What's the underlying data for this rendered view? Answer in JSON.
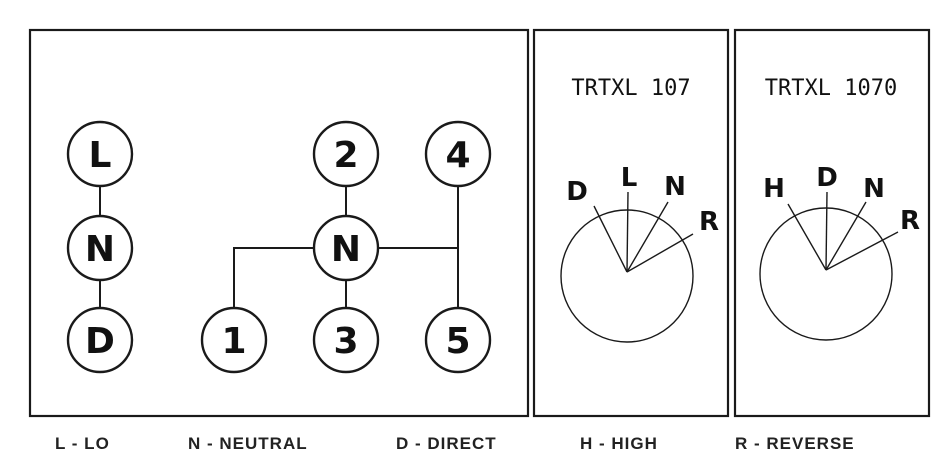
{
  "left_panel": {
    "column": [
      "L",
      "N",
      "D"
    ],
    "grid": {
      "top": [
        "2",
        "4"
      ],
      "center": "N",
      "bottom": [
        "1",
        "3",
        "5"
      ]
    }
  },
  "dials": [
    {
      "title": "TRTXL 107",
      "labels": [
        "D",
        "L",
        "N",
        "R"
      ]
    },
    {
      "title": "TRTXL 1070",
      "labels": [
        "H",
        "D",
        "N",
        "R"
      ]
    }
  ],
  "legend": [
    "L - LO",
    "N - NEUTRAL",
    "D - DIRECT",
    "H - HIGH",
    "R - REVERSE"
  ]
}
